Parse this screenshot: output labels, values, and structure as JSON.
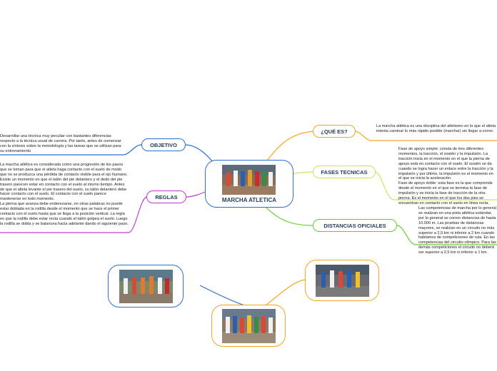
{
  "center": {
    "title": "MARCHA ATLETICA"
  },
  "branches": {
    "que_es": {
      "label": "¿QUÉ ES?",
      "text": "La marcha atlética es una disciplina del atletismo en la que el atleta intenta caminar lo más rápido posible (marchar) sin llegar a correr.",
      "color": "#f5a623"
    },
    "fases": {
      "label": "FASES TECNICAS",
      "text": "Fase de apoyo simple: consta de tres diferentes momentos, la tracción, el sostén y la impulsión. La tracción inicia en el momento en el que la pierna de apoyo está en contacto con el suelo. El sostén se da cuando se logra hacer un enlace entre la tracción y la impulsión y por último, la impulsión es el momento en el que se inicia la aceleración.\nFase de apoyo doble: esta fase es la que comprende desde el momento en el que se termina la fase de impulsión y se inicia la fase de tracción de la otra pierna. Es el momento en el que los dos pies se encuentran en contacto con el suelo en línea recta.",
      "color": "#d4e157"
    },
    "distancias": {
      "label": "DISTANCIAS OFICIALES",
      "text": "Las competencias de marcha por lo general se realizan en una pista atlética estándar, por lo general se corren distancias de hasta 10.000 m. Las pruebas de distancias mayores, se realizan en un circuito no más superior a 2,5 km ni inferior a 2 km cuando hablamos de competiciones de ruta. En las competencias del circuito olímpico. Para las demás competiciones el circuito no deberá ser superior a 2,5 km ni inferior a 1 km.",
      "color": "#66cc33"
    },
    "objetivo": {
      "label": "OBJETIVO",
      "text": "Desarrollar una técnica muy peculiar con bastantes diferencias respecto a la técnica usual de carrera. Por tanto, antes de comenzar con la síntesis sobre la metodología y las tareas que se utilizan para su entrenamiento",
      "color": "#2d6fd6"
    },
    "reglas": {
      "label": "REGLAS",
      "text": "La marcha atlética es considerada como una progresión de los pasos que se toman para que el atleta haga contacto con el suelo de modo que no se produzca una pérdida de contacto visible para el ojo humano. Existe un momento en que el talón del pie delantero y el dedo del pie trasero parecen estar en contacto con el suelo al mismo tiempo. Antes de que el atleta levante el pie trasero del suelo, su talón delantero debe hacer contacto con el suelo. El contacto con el suelo parece mantenerse en todo momento.\nLa pierna que avanza debe enderezarse, en otras palabras no puede estar doblada en la rodilla desde el momento que se hace el primer contacto con el suelo hasta que se llega a la posición vertical. La regla es que la rodilla debe estar recta cuando el talón golpea el suelo. Luego la rodilla se dobla y se balancea hacia adelante dando el siguiente paso.",
      "color": "#c03bd0"
    }
  },
  "colors": {
    "center_border": "#2d6fd6",
    "image_left_border": "#2d6fd6",
    "image_right_border": "#f5a623",
    "image_bottom_border": "#f5a623"
  }
}
